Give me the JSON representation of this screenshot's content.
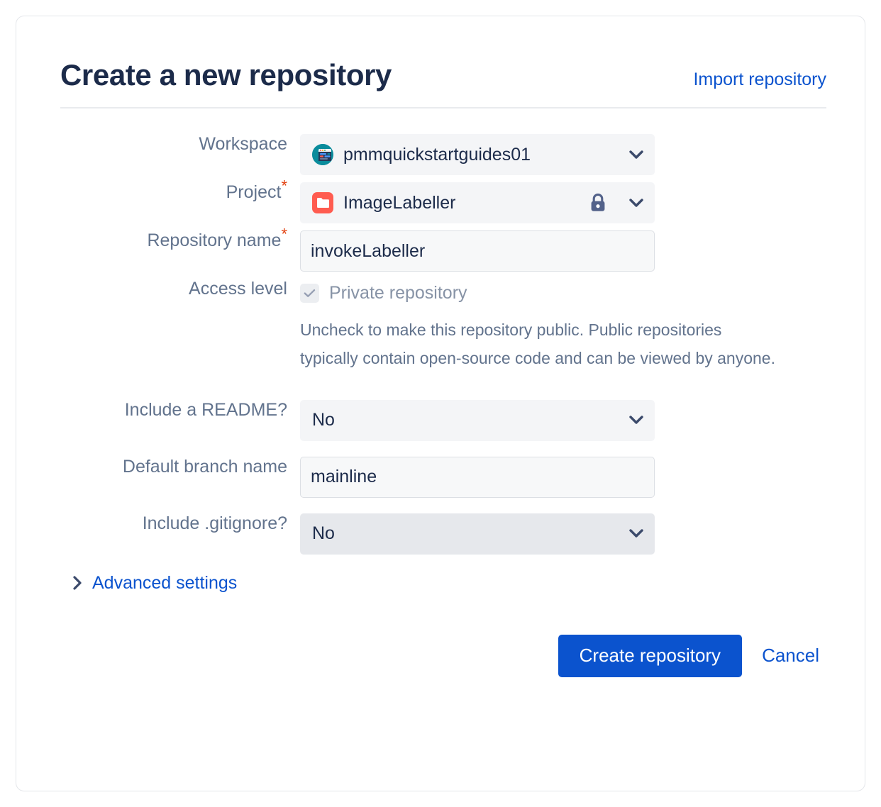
{
  "header": {
    "title": "Create a new repository",
    "import_link": "Import repository"
  },
  "form": {
    "workspace": {
      "label": "Workspace",
      "value": "pmmquickstartguides01",
      "icon": "workspace-avatar-icon",
      "chevron": "chevron-down-icon"
    },
    "project": {
      "label": "Project",
      "required_marker": "*",
      "value": "ImageLabeller",
      "icon": "project-folder-icon",
      "lock": "lock-icon",
      "chevron": "chevron-down-icon"
    },
    "repository_name": {
      "label": "Repository name",
      "required_marker": "*",
      "value": "invokeLabeller",
      "placeholder": "Repository name"
    },
    "access_level": {
      "label": "Access level",
      "checkbox_label": "Private repository",
      "checked": "checked",
      "check_glyph": "check-icon",
      "help": "Uncheck to make this repository public. Public repositories typically contain open-source code and can be viewed by anyone."
    },
    "include_readme": {
      "label": "Include a README?",
      "value": "No",
      "chevron": "chevron-down-icon"
    },
    "default_branch": {
      "label": "Default branch name",
      "value": "mainline",
      "placeholder": "Default branch name"
    },
    "include_gitignore": {
      "label": "Include .gitignore?",
      "value": "No",
      "chevron": "chevron-down-icon"
    },
    "advanced_settings": {
      "label": "Advanced settings",
      "chevron": "chevron-right-icon"
    }
  },
  "actions": {
    "submit_label": "Create repository",
    "cancel_label": "Cancel"
  },
  "colors": {
    "accent_blue": "#0b53ce",
    "title_navy": "#1c2b4a",
    "label_gray": "#62738d",
    "required_orange": "#e2400f",
    "project_icon_red": "#ff5c50",
    "workspace_icon_teal": "#0a8c9c",
    "field_bg": "#f4f5f7",
    "field_bg_hover": "#e6e8ec"
  }
}
